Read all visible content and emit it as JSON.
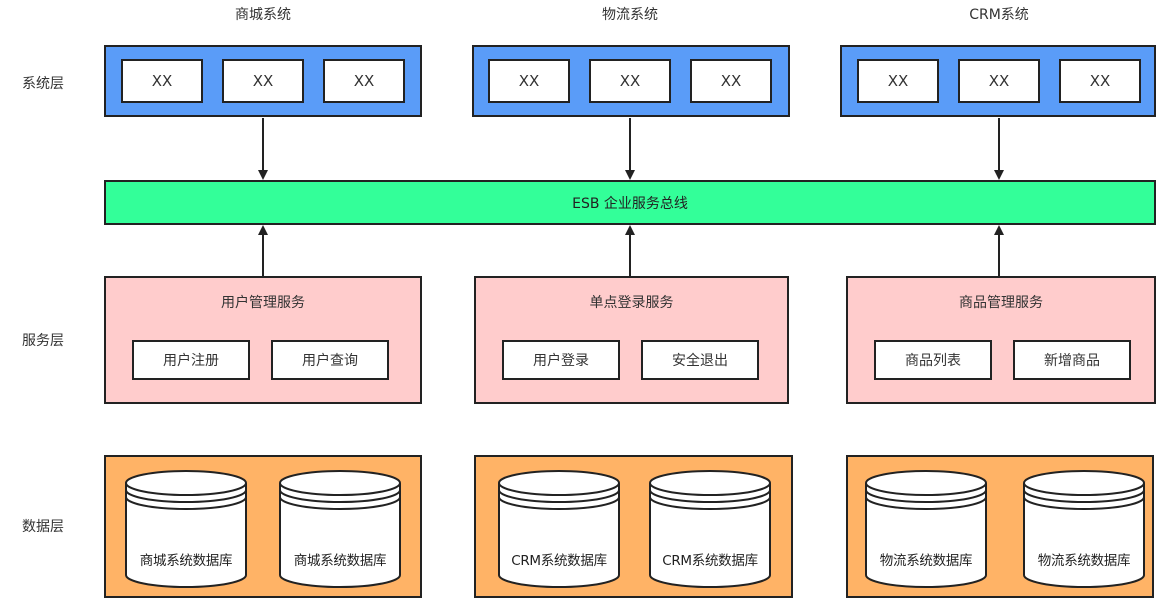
{
  "colors": {
    "system": "#5a9cf8",
    "esb": "#33ff99",
    "service": "#ffcccc",
    "data": "#ffb366",
    "stroke": "#222222"
  },
  "layers": {
    "system": "系统层",
    "service": "服务层",
    "data": "数据层"
  },
  "systems": [
    {
      "title": "商城系统",
      "items": [
        "XX",
        "XX",
        "XX"
      ]
    },
    {
      "title": "物流系统",
      "items": [
        "XX",
        "XX",
        "XX"
      ]
    },
    {
      "title": "CRM系统",
      "items": [
        "XX",
        "XX",
        "XX"
      ]
    }
  ],
  "esb": {
    "label": "ESB 企业服务总线"
  },
  "services": [
    {
      "title": "用户管理服务",
      "items": [
        "用户注册",
        "用户查询"
      ]
    },
    {
      "title": "单点登录服务",
      "items": [
        "用户登录",
        "安全退出"
      ]
    },
    {
      "title": "商品管理服务",
      "items": [
        "商品列表",
        "新增商品"
      ]
    }
  ],
  "databases": [
    {
      "items": [
        "商城系统数据库",
        "商城系统数据库"
      ]
    },
    {
      "items": [
        "CRM系统数据库",
        "CRM系统数据库"
      ]
    },
    {
      "items": [
        "物流系统数据库",
        "物流系统数据库"
      ]
    }
  ]
}
